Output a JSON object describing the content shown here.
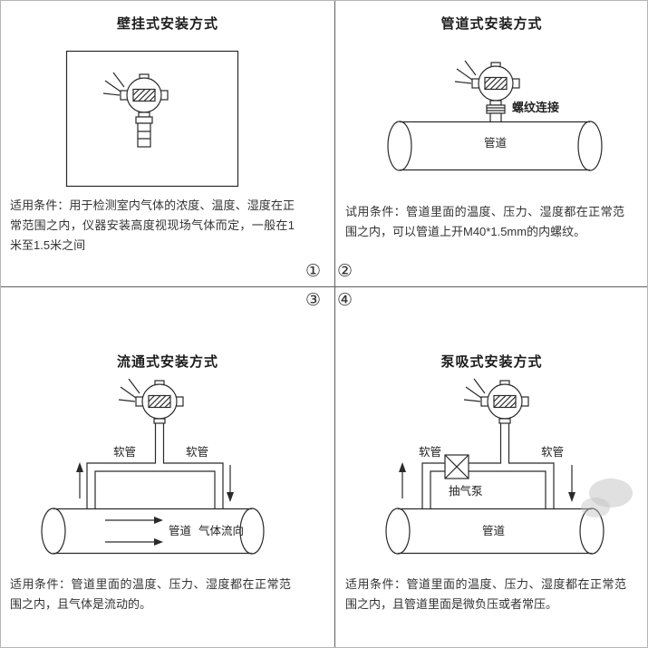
{
  "panels": {
    "wall": {
      "title": "壁挂式安装方式",
      "desc": "适用条件：用于检测室内气体的浓度、温度、湿度在正常范围之内，仪器安装高度视现场气体而定，一般在1米至1.5米之间"
    },
    "pipeline": {
      "title": "管道式安装方式",
      "thread_label": "螺纹连接",
      "pipe_label": "管道",
      "desc": "试用条件：管道里面的温度、压力、湿度都在正常范围之内，可以管道上开M40*1.5mm的内螺纹。"
    },
    "flow": {
      "title": "流通式安装方式",
      "hose_left_label": "软管",
      "hose_right_label": "软管",
      "pipe_label": "管道",
      "flow_label": "气体流向",
      "desc": "适用条件：管道里面的温度、压力、湿度都在正常范围之内，且气体是流动的。"
    },
    "pump": {
      "title": "泵吸式安装方式",
      "hose_left_label": "软管",
      "hose_right_label": "软管",
      "pump_label": "抽气泵",
      "pipe_label": "管道",
      "desc": "适用条件：管道里面的温度、压力、湿度都在正常范围之内，且管道里面是微负压或者常压。"
    }
  },
  "center": {
    "numbers": [
      "①",
      "②",
      "③",
      "④"
    ]
  },
  "colors": {
    "line": "#2a2a2a",
    "divider": "#5f5f5f",
    "border": "#b4b4b4"
  }
}
